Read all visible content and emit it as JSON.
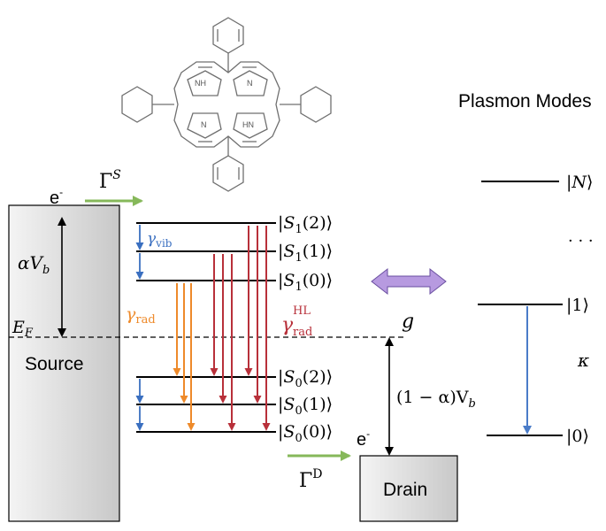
{
  "colors": {
    "ink": "#000000",
    "box_fill": "#dcdcdc",
    "vib_blue": "#3a6fc0",
    "rad_orange": "#ee8a2a",
    "rad_red": "#b8303a",
    "green_arrow": "#86b85a",
    "purple_arrow": "#b79ae0",
    "mode_blue": "#4a7cc8"
  },
  "title": "Plasmon Modes",
  "source": {
    "label": "Source",
    "electron": "e",
    "electron_sup": "-",
    "ef": "E",
    "ef_sub": "F",
    "bias": "αV",
    "bias_sub": "b"
  },
  "drain": {
    "label": "Drain",
    "electron": "e",
    "electron_sup": "-",
    "bias": "(1 − α)V",
    "bias_sub": "b"
  },
  "rates": {
    "gamma_s": "Γ",
    "gamma_s_sup": "S",
    "gamma_d": "Γ",
    "gamma_d_sup": "D",
    "vib": "γ",
    "vib_sub": "vib",
    "rad": "γ",
    "rad_sub": "rad",
    "rad_hl": "γ",
    "rad_hl_sub": "rad",
    "rad_hl_sup": "HL",
    "coupling": "g",
    "kappa": "κ"
  },
  "molecule_levels": [
    {
      "state": "S",
      "index": "1",
      "vib": "2"
    },
    {
      "state": "S",
      "index": "1",
      "vib": "1"
    },
    {
      "state": "S",
      "index": "1",
      "vib": "0"
    },
    {
      "state": "S",
      "index": "0",
      "vib": "2"
    },
    {
      "state": "S",
      "index": "0",
      "vib": "1"
    },
    {
      "state": "S",
      "index": "0",
      "vib": "0"
    }
  ],
  "plasmon_levels": {
    "top": "N",
    "dots": "· · ·",
    "first": "1",
    "ground": "0"
  },
  "molecule": {
    "nh1": "NH",
    "n1": "N",
    "n2": "N",
    "nh2": "HN"
  }
}
